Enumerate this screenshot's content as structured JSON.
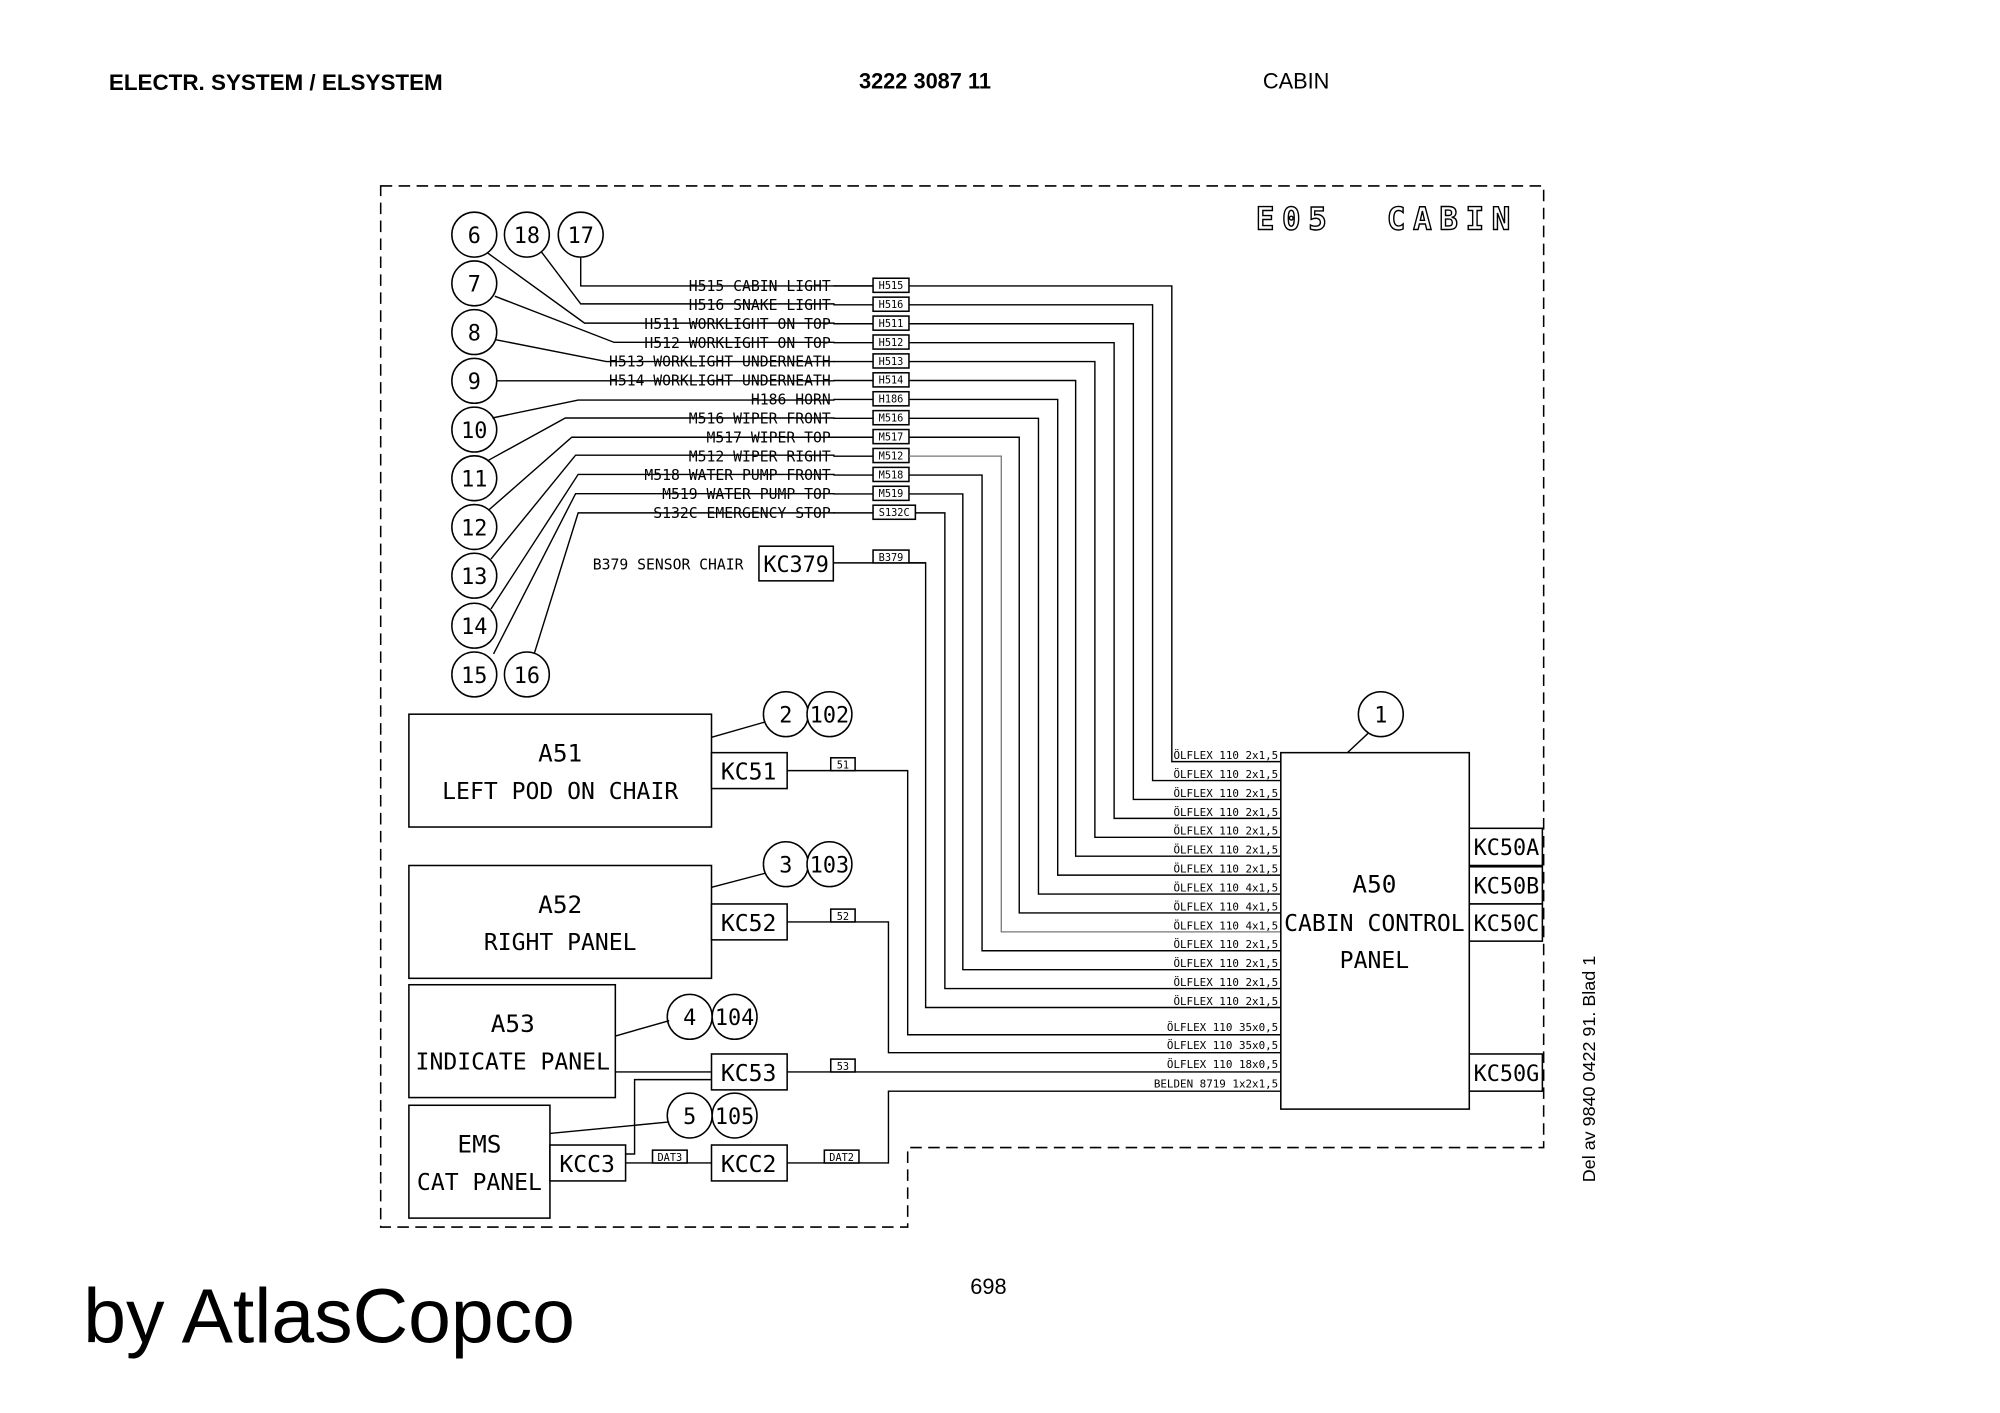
{
  "header": {
    "left": "ELECTR. SYSTEM / ELSYSTEM",
    "center": "3222 3087 11",
    "right": "CABIN"
  },
  "frame_title": "E05  CABIN",
  "circuits": [
    {
      "ref": "17",
      "text": "H515 CABIN LIGHT",
      "tag": "H515",
      "cable": "ÖLFLEX 110 2x1,5"
    },
    {
      "ref": "18",
      "text": "H516 SNAKE LIGHT",
      "tag": "H516",
      "cable": "ÖLFLEX 110 2x1,5"
    },
    {
      "ref": "6",
      "text": "H511 WORKLIGHT ON TOP",
      "tag": "H511",
      "cable": "ÖLFLEX 110 2x1,5"
    },
    {
      "ref": "7",
      "text": "H512 WORKLIGHT ON TOP",
      "tag": "H512",
      "cable": "ÖLFLEX 110 2x1,5"
    },
    {
      "ref": "8",
      "text": "H513 WORKLIGHT UNDERNEATH",
      "tag": "H513",
      "cable": "ÖLFLEX 110 2x1,5"
    },
    {
      "ref": "9",
      "text": "H514 WORKLIGHT UNDERNEATH",
      "tag": "H514",
      "cable": "ÖLFLEX 110 2x1,5"
    },
    {
      "ref": "10",
      "text": "H186 HORN",
      "tag": "H186",
      "cable": "ÖLFLEX 110 2x1,5"
    },
    {
      "ref": "11",
      "text": "M516 WIPER FRONT",
      "tag": "M516",
      "cable": "ÖLFLEX 110 4x1,5"
    },
    {
      "ref": "12",
      "text": "M517 WIPER TOP",
      "tag": "M517",
      "cable": "ÖLFLEX 110 4x1,5"
    },
    {
      "ref": "13",
      "text": "M512 WIPER RIGHT",
      "tag": "M512",
      "cable": "ÖLFLEX 110 4x1,5"
    },
    {
      "ref": "14",
      "text": "M518 WATER PUMP FRONT",
      "tag": "M518",
      "cable": "ÖLFLEX 110 2x1,5"
    },
    {
      "ref": "15",
      "text": "M519 WATER PUMP TOP",
      "tag": "M519",
      "cable": "ÖLFLEX 110 2x1,5"
    },
    {
      "ref": "16",
      "text": "S132C EMERGENCY STOP",
      "tag": "S132C",
      "cable": "ÖLFLEX 110 2x1,5"
    }
  ],
  "sensor": {
    "text": "B379 SENSOR CHAIR",
    "connector": "KC379",
    "tag": "B379",
    "cable": "ÖLFLEX 110 2x1,5"
  },
  "refs_left": [
    "6",
    "18",
    "17",
    "7",
    "8",
    "9",
    "10",
    "11",
    "12",
    "13",
    "14",
    "15",
    "16"
  ],
  "a51": {
    "id": "A51",
    "name": "LEFT POD ON CHAIR",
    "connector": "KC51",
    "tag": "51",
    "refs": [
      "2",
      "102"
    ],
    "cable": "ÖLFLEX 110 35x0,5"
  },
  "a52": {
    "id": "A52",
    "name": "RIGHT PANEL",
    "connector": "KC52",
    "tag": "52",
    "refs": [
      "3",
      "103"
    ],
    "cable": "ÖLFLEX 110 35x0,5"
  },
  "a53": {
    "id": "A53",
    "name": "INDICATE PANEL",
    "connector": "KC53",
    "tag": "53",
    "refs": [
      "4",
      "104"
    ],
    "cable": "ÖLFLEX 110 18x0,5"
  },
  "ems": {
    "line1": "EMS",
    "line2": "CAT PANEL",
    "connector": "KCC3",
    "refs": [
      "5",
      "105"
    ],
    "link_tag": "DAT3",
    "connector2": "KCC2",
    "link2_tag": "DAT2",
    "cable": "BELDEN 8719 1x2x1,5"
  },
  "a50": {
    "id": "A50",
    "line1": "CABIN CONTROL",
    "line2": "PANEL",
    "ref": "1",
    "connectors": [
      "KC50A",
      "KC50B",
      "KC50C",
      "KC50G"
    ]
  },
  "side_note": "Del av 9840 0422 91. Blad 1",
  "page_number": "698",
  "brand": "by AtlasCopco"
}
